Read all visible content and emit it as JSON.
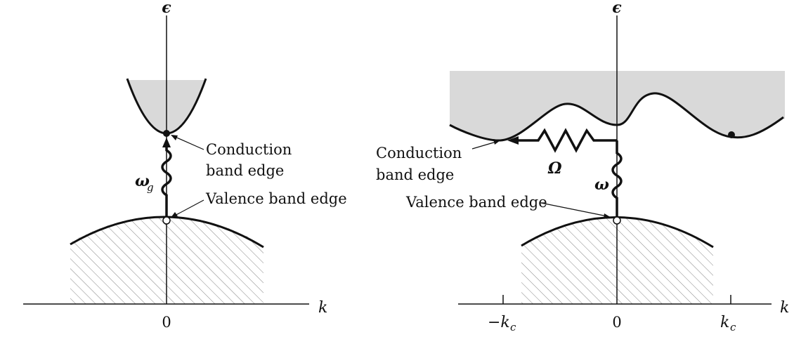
{
  "left_panel": {
    "energy_axis_label": "ϵ",
    "momentum_axis_label": "k",
    "origin_tick_label": "0",
    "photon_label": "ω",
    "photon_subscript": "g",
    "conduction_label_line1": "Conduction",
    "conduction_label_line2": "band edge",
    "valence_label": "Valence band edge"
  },
  "right_panel": {
    "energy_axis_label": "ϵ",
    "momentum_axis_label": "k",
    "origin_tick_label": "0",
    "neg_kc_main": "−k",
    "neg_kc_sub": "c",
    "pos_kc_main": "k",
    "pos_kc_sub": "c",
    "photon_label": "ω",
    "phonon_label": "Ω",
    "conduction_label_line1": "Conduction",
    "conduction_label_line2": "band edge",
    "valence_label": "Valence band edge"
  },
  "colors": {
    "band_fill": "#d9d9d9",
    "ink": "#111111"
  }
}
